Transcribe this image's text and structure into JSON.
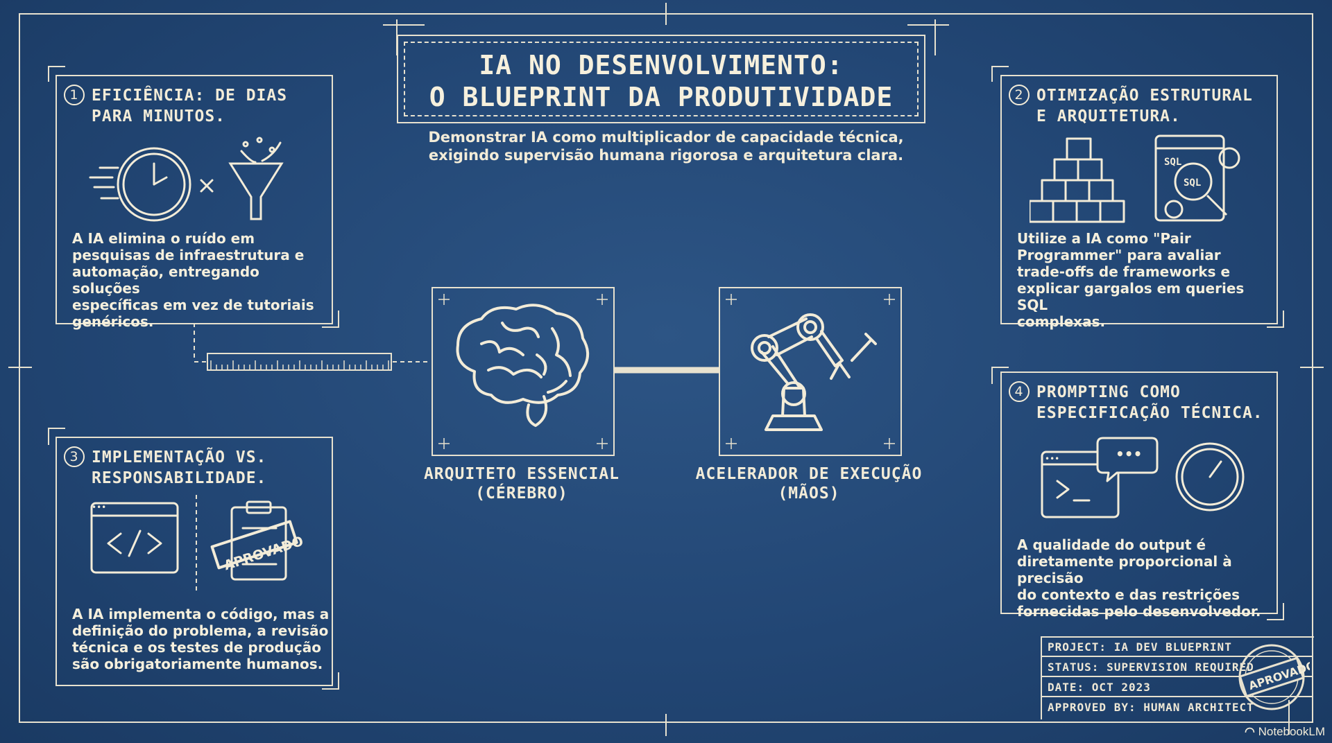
{
  "header": {
    "title_line1": "IA NO DESENVOLVIMENTO:",
    "title_line2": "O BLUEPRINT DA PRODUTIVIDADE",
    "subtitle_line1": "Demonstrar IA como multiplicador de capacidade técnica,",
    "subtitle_line2": "exigindo supervisão humana rigorosa e arquitetura clara."
  },
  "cards": [
    {
      "number": "1",
      "title_line1": "EFICIÊNCIA: DE DIAS",
      "title_line2": "PARA MINUTOS.",
      "body": [
        "A IA elimina o ruído em",
        "pesquisas de infraestrutura e",
        "automação, entregando soluções",
        "específicas em vez de tutoriais",
        "genéricos."
      ],
      "icons": [
        "clock-icon",
        "funnel-icon"
      ]
    },
    {
      "number": "2",
      "title_line1": "OTIMIZAÇÃO ESTRUTURAL",
      "title_line2": "E ARQUITETURA.",
      "body": [
        "Utilize a IA como \"Pair",
        "Programmer\" para avaliar",
        "trade-offs de frameworks e",
        "explicar gargalos em queries SQL",
        "complexas."
      ],
      "icons": [
        "cubes-icon",
        "sql-search-icon"
      ],
      "icon_text_a": "SQL",
      "icon_text_b": "SQL"
    },
    {
      "number": "3",
      "title_line1": "IMPLEMENTAÇÃO VS.",
      "title_line2": "RESPONSABILIDADE.",
      "body": [
        "A IA implementa o código, mas a",
        "definição do problema, a revisão",
        "técnica e os testes de produção",
        "são obrigatoriamente humanos."
      ],
      "icons": [
        "code-window-icon",
        "approved-clipboard-icon"
      ],
      "stamp_text": "APROVADO"
    },
    {
      "number": "4",
      "title_line1": "PROMPTING COMO",
      "title_line2": "ESPECIFICAÇÃO TÉCNICA.",
      "body": [
        "A qualidade do output é",
        "diretamente proporcional à precisão",
        "do contexto e das restrições",
        "fornecidas pelo desenvolvedor."
      ],
      "icons": [
        "terminal-chat-icon",
        "gauge-icon"
      ]
    }
  ],
  "center": {
    "brain_label_line1": "ARQUITETO ESSENCIAL",
    "brain_label_line2": "(CÉREBRO)",
    "arm_label_line1": "ACELERADOR DE EXECUÇÃO",
    "arm_label_line2": "(MÃOS)"
  },
  "info_block": {
    "rows": [
      "PROJECT: IA DEV BLUEPRINT",
      "STATUS: SUPERVISION REQUIRED",
      "DATE: OCT 2023",
      "APPROVED BY: HUMAN ARCHITECT"
    ],
    "stamp_text": "APROVADO"
  },
  "watermark": "NotebookLM",
  "colors": {
    "background": "#224674",
    "line": "#e8e2cf",
    "text": "#f3ecd8"
  }
}
